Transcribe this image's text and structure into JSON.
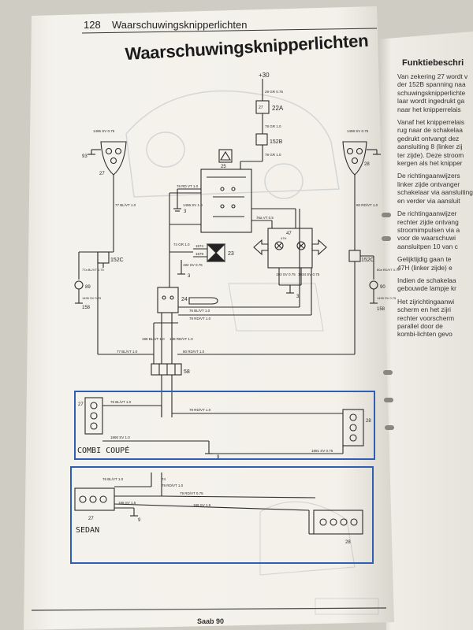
{
  "header": {
    "page_number": "128",
    "title": "Waarschuwingsknipperlichten"
  },
  "main_title": "Waarschuwingsknipperlichten",
  "side_column": {
    "heading": "Funktiebeschri",
    "paragraphs": [
      [
        "Van zekering 27 wordt v",
        "der 152B spanning naa",
        "schuwingsknipperlichte",
        "laar wordt ingedrukt ga",
        "naar het knipperrelais"
      ],
      [
        "Vanaf het knipperrelais",
        "rug naar de schakelaa",
        "gedrukt ontvangt dez",
        "aansluiting 8 (linker zij",
        "ter zijde). Deze stroom",
        "kergen als het knipper"
      ],
      [
        "De richtingaanwijzers",
        "linker zijde ontvanger",
        "schakelaar via aansluiting L op de schakelaa",
        "en verder via aansluit"
      ],
      [
        "De richtingaanwijzer",
        "rechter zijde ontvang",
        "stroomimpulsen via a",
        "voor de waarschuwi",
        "aansluitpen 10 van c"
      ],
      [
        "Gelijktijdig gaan te",
        "47H (linker zijde) e"
      ],
      [
        "Indien de schakelaa",
        "gebouwde lampje kr"
      ],
      [
        "Het zijrichtingaanwi",
        "scherm en het zijri",
        "rechter voorscherm",
        "parallel door de",
        "kombi-lichten gevo"
      ]
    ]
  },
  "diagram": {
    "labels": {
      "supply": "+30",
      "fuse_22a": "22A",
      "fuse_27": "27",
      "conn_152b": "152B",
      "w_29_top": "29 GR 0.75",
      "w_78_top": "78 GR 1.0",
      "w_78_mid": "78 GR 1.0",
      "switch_25": "25",
      "relay_47": "47",
      "relay_47_h": "47H",
      "lamp_27_left": "27",
      "lamp_28_right": "28",
      "ground_93": "93",
      "w_1496": "1496 SV 0.75",
      "w_1498": "1498 SV 0.75",
      "w_77_bl": "77 BL/VT 1.0",
      "w_80_rd": "80 RD/VT 1.0",
      "conn_152c_left": "152C",
      "conn_152c_right": "152C",
      "lamp_89": "89",
      "lamp_90": "90",
      "ground_158_left": "158",
      "ground_158_right": "158",
      "w_77a": "77a BL/VT 0.75",
      "w_80a": "80a RD/VT 0.75",
      "w_1495": "1495 SV 0.75",
      "w_1499": "1499 SV 0.75",
      "w_76_rd": "76 RD VT 1.0",
      "ground_3_a": "3",
      "ground_3_b": "3",
      "ground_3_c": "3",
      "w_1496_mid": "1496 SV 1.0",
      "w_76a": "76a VT 0.5",
      "w_74": "74 GR 1.0",
      "w_1574": "1574",
      "w_1579": "1579",
      "comp_23": "23",
      "comp_24": "24",
      "w_192": "192 SV 0.75",
      "w_193": "193 SV 0.75",
      "w_1934": "1934 SV 0.75",
      "w_76_bl": "76 BL/VT 1.0",
      "w_79_rd": "79 RD/VT 1.0",
      "w_198": "198 RD/VT 1.0",
      "w_198_bl": "198 BL/VT 1.0",
      "w_77_bottom": "77 BL/VT 1.0",
      "w_80_bottom": "80 RD/VT 1.0",
      "conn_58": "58",
      "combi_coupe": "COMBI COUPÉ",
      "sedan": "SEDAN",
      "combi_27": "27",
      "combi_28": "28",
      "combi_ground_9": "9",
      "c_w_76": "76 BL/VT 1.0",
      "c_w_79": "79 RD/VT 1.0",
      "c_w_1890": "1890 SV 1.0",
      "c_w_1891": "1891 SV 0.75",
      "sedan_27": "27",
      "sedan_28": "28",
      "sedan_ground_9": "9",
      "s_w_76": "76 BL/VT 1.0",
      "s_w_79": "79 RD/VT 1.0",
      "s_w_79b": "79 RD/VT 0.75",
      "s_w_189": "189 SV 1.5",
      "s_w_188": "188 SV 1.5",
      "s_w_74": "74"
    }
  },
  "footer": {
    "text": "Saab 90"
  }
}
